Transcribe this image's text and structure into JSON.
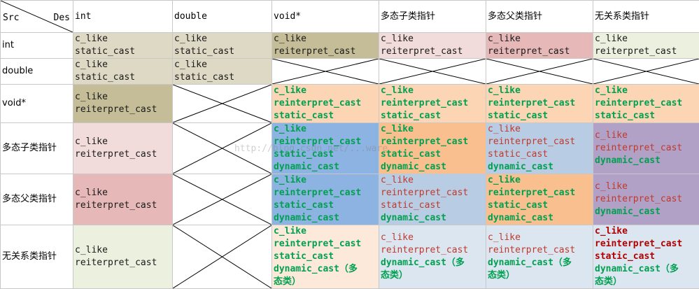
{
  "corner": {
    "src": "Src",
    "des": "Des"
  },
  "columns": [
    "int",
    "double",
    "void*",
    "多态子类指针",
    "多态父类指针",
    "无关系类指针"
  ],
  "rows": [
    {
      "label": "int",
      "cells": [
        {
          "bg": "#ddd9c4",
          "color": "black",
          "lines": [
            "c_like",
            "static_cast"
          ]
        },
        {
          "bg": "#ddd9c4",
          "color": "black",
          "lines": [
            "c_like",
            "static_cast"
          ]
        },
        {
          "bg": "#c4bd97",
          "color": "black",
          "lines": [
            "c_like",
            "reiterpret_cast"
          ]
        },
        {
          "bg": "#f2dcdb",
          "color": "black",
          "lines": [
            "c_like",
            "reiterpret_cast"
          ]
        },
        {
          "bg": "#e6b9b8",
          "color": "black",
          "lines": [
            "c_like",
            "reiterpret_cast"
          ]
        },
        {
          "bg": "#ebf1de",
          "color": "black",
          "lines": [
            "c_like",
            "reiterpret_cast"
          ]
        }
      ]
    },
    {
      "label": "double",
      "cells": [
        {
          "bg": "#ddd9c4",
          "color": "black",
          "lines": [
            "c_like",
            "static_cast"
          ]
        },
        {
          "bg": "#ddd9c4",
          "color": "black",
          "lines": [
            "c_like",
            "static_cast"
          ]
        },
        {
          "cross": true
        },
        {
          "cross": true
        },
        {
          "cross": true
        },
        {
          "cross": true
        }
      ]
    },
    {
      "label": "void*",
      "cells": [
        {
          "bg": "#c4bd97",
          "color": "black",
          "lines": [
            "c_like",
            "reiterpret_cast"
          ]
        },
        {
          "cross": true
        },
        {
          "bg": "#fcd5b5",
          "color": "green",
          "lines": [
            "c_like",
            "reinterpret_cast",
            "static_cast"
          ]
        },
        {
          "bg": "#fcd5b5",
          "color": "green",
          "lines": [
            "c_like",
            "reinterpret_cast",
            "static_cast"
          ]
        },
        {
          "bg": "#fcd5b5",
          "color": "green",
          "lines": [
            "c_like",
            "reinterpret_cast",
            "static_cast"
          ]
        },
        {
          "bg": "#fcd5b5",
          "color": "green",
          "lines": [
            "c_like",
            "reinterpret_cast",
            "static_cast"
          ]
        }
      ]
    },
    {
      "label": "多态子类指针",
      "cells": [
        {
          "bg": "#f2dcdb",
          "color": "black",
          "lines": [
            "c_like",
            "reiterpret_cast"
          ]
        },
        {
          "cross": true
        },
        {
          "bg": "#8db3e2",
          "color": "green",
          "lines": [
            "c_like",
            "reinterpret_cast",
            "static_cast",
            "dynamic_cast"
          ]
        },
        {
          "bg": "#fabf8f",
          "color": "green",
          "lines": [
            "c_like",
            "reinterpret_cast",
            "static_cast",
            "dynamic_cast"
          ]
        },
        {
          "bg": "#b8cce4",
          "color": "mixed",
          "lines": [
            "c_like",
            "reinterpret_cast",
            "static_cast",
            "dynamic_cast"
          ],
          "lineColors": [
            "red",
            "red",
            "red",
            "green"
          ]
        },
        {
          "bg": "#b2a1c7",
          "color": "mixed",
          "lines": [
            "c_like",
            "reinterpret_cast",
            "dynamic_cast"
          ],
          "lineColors": [
            "red",
            "red",
            "green"
          ]
        }
      ]
    },
    {
      "label": "多态父类指针",
      "cells": [
        {
          "bg": "#e6b9b8",
          "color": "black",
          "lines": [
            "c_like",
            "reiterpret_cast"
          ]
        },
        {
          "cross": true
        },
        {
          "bg": "#8db3e2",
          "color": "green",
          "lines": [
            "c_like",
            "reinterpret_cast",
            "static_cast",
            "dynamic_cast"
          ]
        },
        {
          "bg": "#b8cce4",
          "color": "mixed",
          "lines": [
            "c_like",
            "reinterpret_cast",
            "static_cast",
            "dynamic_cast"
          ],
          "lineColors": [
            "red",
            "red",
            "red",
            "green"
          ]
        },
        {
          "bg": "#fabf8f",
          "color": "green",
          "lines": [
            "c_like",
            "reinterpret_cast",
            "static_cast",
            "dynamic_cast"
          ]
        },
        {
          "bg": "#b2a1c7",
          "color": "mixed",
          "lines": [
            "c_like",
            "reinterpret_cast",
            "dynamic_cast"
          ],
          "lineColors": [
            "red",
            "red",
            "green"
          ]
        }
      ]
    },
    {
      "label": "无关系类指针",
      "cells": [
        {
          "bg": "#ebf1de",
          "color": "black",
          "lines": [
            "c_like",
            "reiterpret_cast"
          ]
        },
        {
          "cross": true
        },
        {
          "bg": "#fde9d9",
          "color": "green",
          "lines": [
            "c_like",
            "reinterpret_cast",
            "static_cast",
            "dynamic_cast（多",
            "态类）"
          ]
        },
        {
          "bg": "#dce6f1",
          "color": "mixed",
          "lines": [
            "c_like",
            "reinterpret_cast",
            "dynamic_cast（多",
            "态类）"
          ],
          "lineColors": [
            "red",
            "red",
            "green",
            "green"
          ]
        },
        {
          "bg": "#dce6f1",
          "color": "mixed",
          "lines": [
            "c_like",
            "reinterpret_cast",
            "dynamic_cast（多",
            "态类）"
          ],
          "lineColors": [
            "red",
            "red",
            "green",
            "green"
          ]
        },
        {
          "bg": "#dce6f1",
          "color": "mixed",
          "lines": [
            "c_like",
            "reinterpret_cast",
            "static_cast",
            "dynamic_cast（多",
            "态类）"
          ],
          "lineColors": [
            "darkred",
            "darkred",
            "darkred",
            "green",
            "green"
          ]
        }
      ]
    }
  ],
  "watermark": "http://blog.csdn.net/...ware"
}
